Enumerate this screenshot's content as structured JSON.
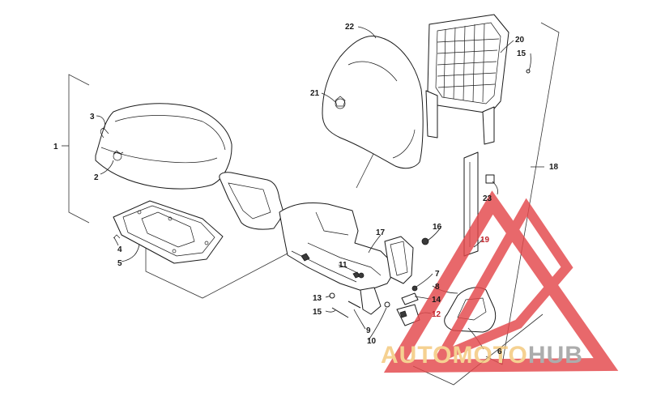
{
  "callouts": {
    "c1": "1",
    "c2": "2",
    "c3": "3",
    "c4": "4",
    "c5": "5",
    "c6": "6",
    "c7": "7",
    "c8": "8",
    "c9": "9",
    "c10": "10",
    "c11": "11",
    "c12": "12",
    "c13": "13",
    "c14": "14",
    "c15a": "15",
    "c15b": "15",
    "c16": "16",
    "c17": "17",
    "c18": "18",
    "c19": "19",
    "c20": "20",
    "c21": "21",
    "c22": "22",
    "c23": "23"
  },
  "watermark": {
    "part1": "AUTO",
    "part2": "MOTO",
    "part3": "HUB",
    "colors": {
      "auto": "#f3c77a",
      "moto": "#f3c77a",
      "hub": "#9a9a9a",
      "triangle": "#e4484b"
    }
  }
}
